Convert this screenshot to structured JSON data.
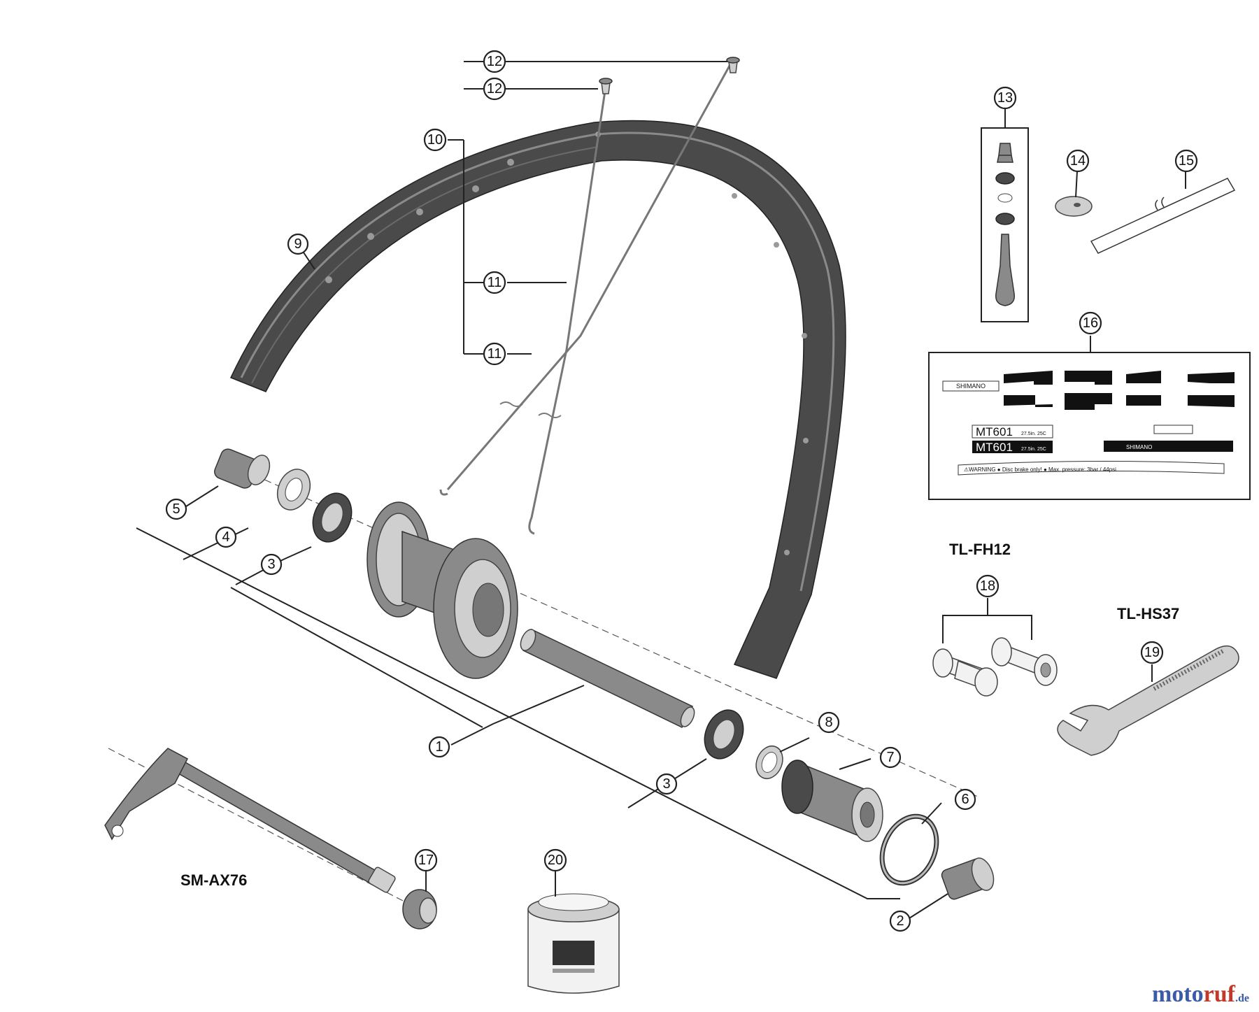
{
  "callouts": {
    "c1": "1",
    "c2": "2",
    "c3a": "3",
    "c3b": "3",
    "c4": "4",
    "c5": "5",
    "c6": "6",
    "c7": "7",
    "c8": "8",
    "c9": "9",
    "c10": "10",
    "c11a": "11",
    "c11b": "11",
    "c12a": "12",
    "c12b": "12",
    "c13": "13",
    "c14": "14",
    "c15": "15",
    "c16": "16",
    "c17": "17",
    "c18": "18",
    "c19": "19",
    "c20": "20"
  },
  "tools": {
    "fh12": "TL-FH12",
    "hs37": "TL-HS37",
    "ax76": "SM-AX76"
  },
  "decal": {
    "model_top": "MT601",
    "model_bottom": "MT601",
    "size_top": "27.5in. 25C",
    "size_bottom": "27.5in. 25C",
    "brand_left": "SHIMANO",
    "brand_right": "SHIMANO",
    "warning": "⚠WARNING ● Disc brake only! ● Max. pressure: 3bar / 44psi"
  },
  "watermark": {
    "moto": "moto",
    "ruf": "ruf",
    "de": ".de"
  },
  "colors": {
    "rim": "#4a4a4a",
    "outline": "#222222",
    "watermark_blue": "#3b5ba8",
    "watermark_red": "#c0392b"
  }
}
